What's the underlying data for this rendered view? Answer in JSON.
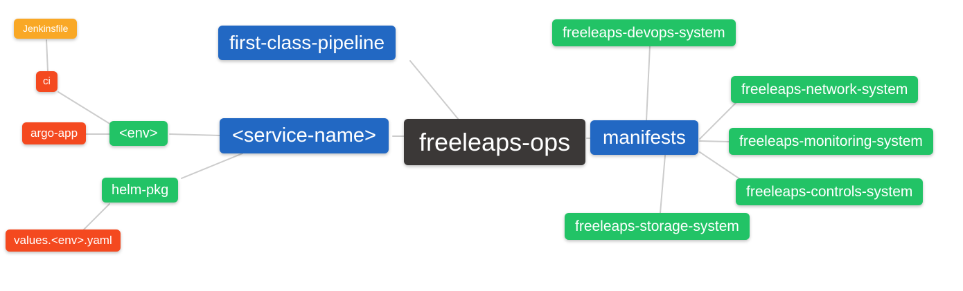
{
  "diagram": {
    "type": "mindmap",
    "root": "freeleaps-ops",
    "colors": {
      "node_blue": "#2268c3",
      "node_dark": "#3b3837",
      "node_green": "#22c366",
      "node_red": "#f4491f",
      "node_amber": "#f9a826",
      "edge_gray": "#cccccc",
      "text": "#ffffff",
      "background": "#ffffff"
    },
    "nodes": {
      "freeleaps_ops": {
        "label": "freeleaps-ops",
        "color": "dark"
      },
      "first_class_pipeline": {
        "label": "first-class-pipeline",
        "color": "blue"
      },
      "service_name": {
        "label": "<service-name>",
        "color": "blue"
      },
      "manifests": {
        "label": "manifests",
        "color": "blue"
      },
      "env": {
        "label": "<env>",
        "color": "green"
      },
      "helm_pkg": {
        "label": "helm-pkg",
        "color": "green"
      },
      "ci": {
        "label": "ci",
        "color": "red"
      },
      "argo_app": {
        "label": "argo-app",
        "color": "red"
      },
      "values_env_yaml": {
        "label": "values.<env>.yaml",
        "color": "red"
      },
      "jenkinsfile": {
        "label": "Jenkinsfile",
        "color": "amber"
      },
      "devops_system": {
        "label": "freeleaps-devops-system",
        "color": "green"
      },
      "network_system": {
        "label": "freeleaps-network-system",
        "color": "green"
      },
      "monitoring_system": {
        "label": "freeleaps-monitoring-system",
        "color": "green"
      },
      "controls_system": {
        "label": "freeleaps-controls-system",
        "color": "green"
      },
      "storage_system": {
        "label": "freeleaps-storage-system",
        "color": "green"
      }
    },
    "edges": [
      [
        "jenkinsfile",
        "ci"
      ],
      [
        "ci",
        "env"
      ],
      [
        "argo_app",
        "env"
      ],
      [
        "env",
        "service_name"
      ],
      [
        "helm_pkg",
        "service_name"
      ],
      [
        "values_env_yaml",
        "helm_pkg"
      ],
      [
        "first_class_pipeline",
        "freeleaps_ops"
      ],
      [
        "service_name",
        "freeleaps_ops"
      ],
      [
        "freeleaps_ops",
        "manifests"
      ],
      [
        "manifests",
        "devops_system"
      ],
      [
        "manifests",
        "network_system"
      ],
      [
        "manifests",
        "monitoring_system"
      ],
      [
        "manifests",
        "controls_system"
      ],
      [
        "manifests",
        "storage_system"
      ]
    ]
  }
}
